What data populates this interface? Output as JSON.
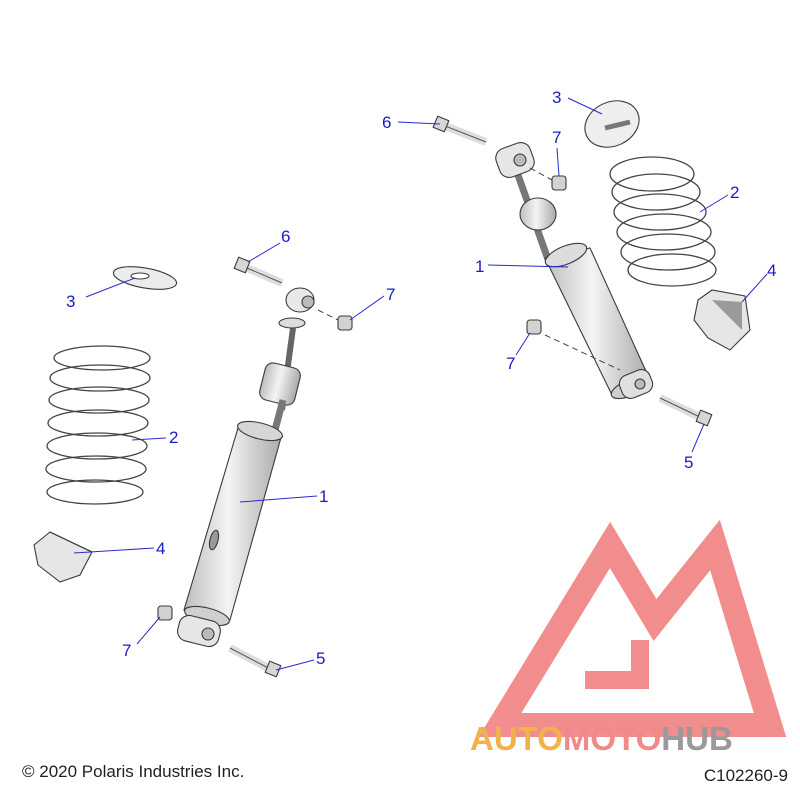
{
  "callouts": {
    "left_1": "1",
    "left_2": "2",
    "left_3": "3",
    "left_4": "4",
    "left_5": "5",
    "left_6": "6",
    "left_7a": "7",
    "left_7b": "7",
    "right_1": "1",
    "right_2": "2",
    "right_3": "3",
    "right_4": "4",
    "right_5": "5",
    "right_6": "6",
    "right_7a": "7",
    "right_7b": "7"
  },
  "footer": {
    "copyright": "© 2020 Polaris Industries Inc.",
    "diagram_id": "C102260-9"
  },
  "watermark": {
    "part_a": "AUTO",
    "part_b": "MOTO",
    "part_c": "HUB",
    "colors": {
      "auto": "#f2b24a",
      "moto": "#f08a8a",
      "hub": "#9a9a9a",
      "logo": "#f07a7a"
    }
  },
  "colors": {
    "callout": "#1a1ac8",
    "part_fill": "#e4e4e4",
    "part_stroke": "#3a3a3a"
  }
}
